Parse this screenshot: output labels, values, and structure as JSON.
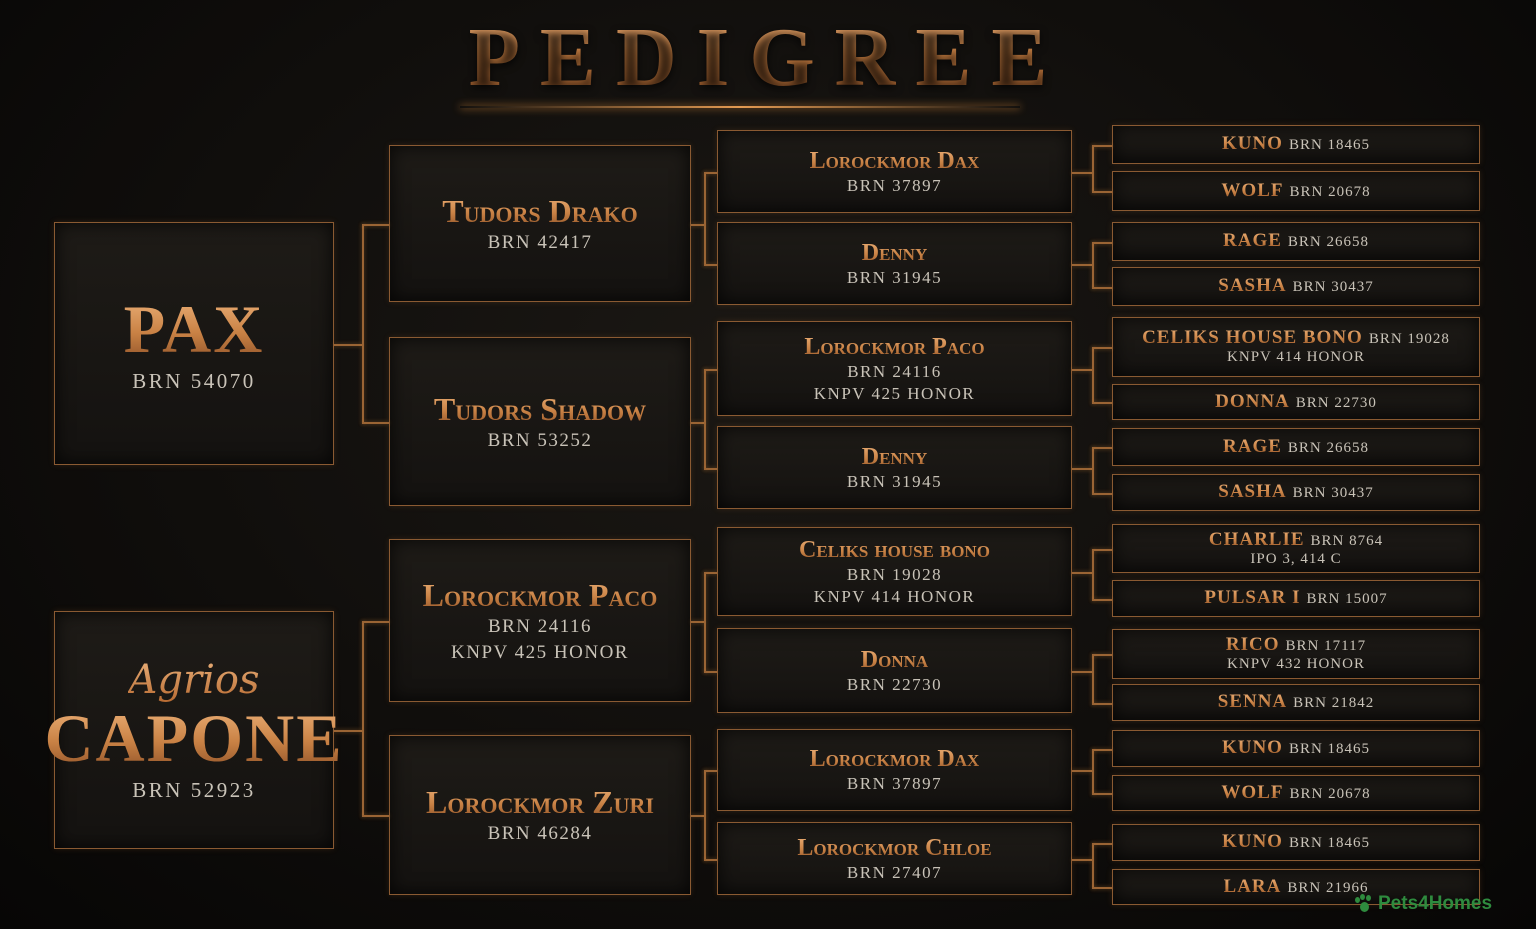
{
  "title": "PEDIGREE",
  "generation1": [
    {
      "script": "",
      "name": "PAX",
      "brn": "BRN 54070"
    },
    {
      "script": "Agrios",
      "name": "CAPONE",
      "brn": "BRN 52923"
    }
  ],
  "generation2": [
    {
      "name": "Tudors Drako",
      "brn": "BRN 42417",
      "extra": ""
    },
    {
      "name": "Tudors Shadow",
      "brn": "BRN 53252",
      "extra": ""
    },
    {
      "name": "Lorockmor Paco",
      "brn": "BRN 24116",
      "extra": "KNPV 425 HONOR"
    },
    {
      "name": "Lorockmor Zuri",
      "brn": "BRN 46284",
      "extra": ""
    }
  ],
  "generation3": [
    {
      "name": "Lorockmor Dax",
      "brn": "BRN 37897",
      "extra": ""
    },
    {
      "name": "Denny",
      "brn": "BRN 31945",
      "extra": ""
    },
    {
      "name": "Lorockmor Paco",
      "brn": "BRN 24116",
      "extra": "KNPV 425 HONOR"
    },
    {
      "name": "Denny",
      "brn": "BRN 31945",
      "extra": ""
    },
    {
      "name": "Celiks house bono",
      "brn": "BRN 19028",
      "extra": "KNPV 414 HONOR"
    },
    {
      "name": "Donna",
      "brn": "BRN 22730",
      "extra": ""
    },
    {
      "name": "Lorockmor Dax",
      "brn": "BRN 37897",
      "extra": ""
    },
    {
      "name": "Lorockmor Chloe",
      "brn": "BRN 27407",
      "extra": ""
    }
  ],
  "generation4": [
    {
      "name": "KUNO",
      "brn": "BRN 18465",
      "extra": ""
    },
    {
      "name": "WOLF",
      "brn": "BRN 20678",
      "extra": ""
    },
    {
      "name": "RAGE",
      "brn": "BRN 26658",
      "extra": ""
    },
    {
      "name": "SASHA",
      "brn": "BRN 30437",
      "extra": ""
    },
    {
      "name": "CELIKS HOUSE BONO",
      "brn": "BRN 19028",
      "extra": "KNPV 414 HONOR"
    },
    {
      "name": "DONNA",
      "brn": "BRN 22730",
      "extra": ""
    },
    {
      "name": "RAGE",
      "brn": "BRN 26658",
      "extra": ""
    },
    {
      "name": "SASHA",
      "brn": "BRN 30437",
      "extra": ""
    },
    {
      "name": "CHARLIE",
      "brn": "BRN 8764",
      "extra": "IPO 3, 414 C"
    },
    {
      "name": "PULSAR I",
      "brn": "BRN 15007",
      "extra": ""
    },
    {
      "name": "RICO",
      "brn": "BRN 17117",
      "extra": "KNPV 432 HONOR"
    },
    {
      "name": "SENNA",
      "brn": "BRN 21842",
      "extra": ""
    },
    {
      "name": "KUNO",
      "brn": "BRN 18465",
      "extra": ""
    },
    {
      "name": "WOLF",
      "brn": "BRN 20678",
      "extra": ""
    },
    {
      "name": "KUNO",
      "brn": "BRN 18465",
      "extra": ""
    },
    {
      "name": "LARA",
      "brn": "BRN 21966",
      "extra": ""
    }
  ],
  "watermark": "Pets4Homes",
  "colors": {
    "accent": "#c98245",
    "border": "#8a5a32",
    "text": "#c9c3b8",
    "background": "#100e0c",
    "watermark": "#2e8b3e"
  }
}
